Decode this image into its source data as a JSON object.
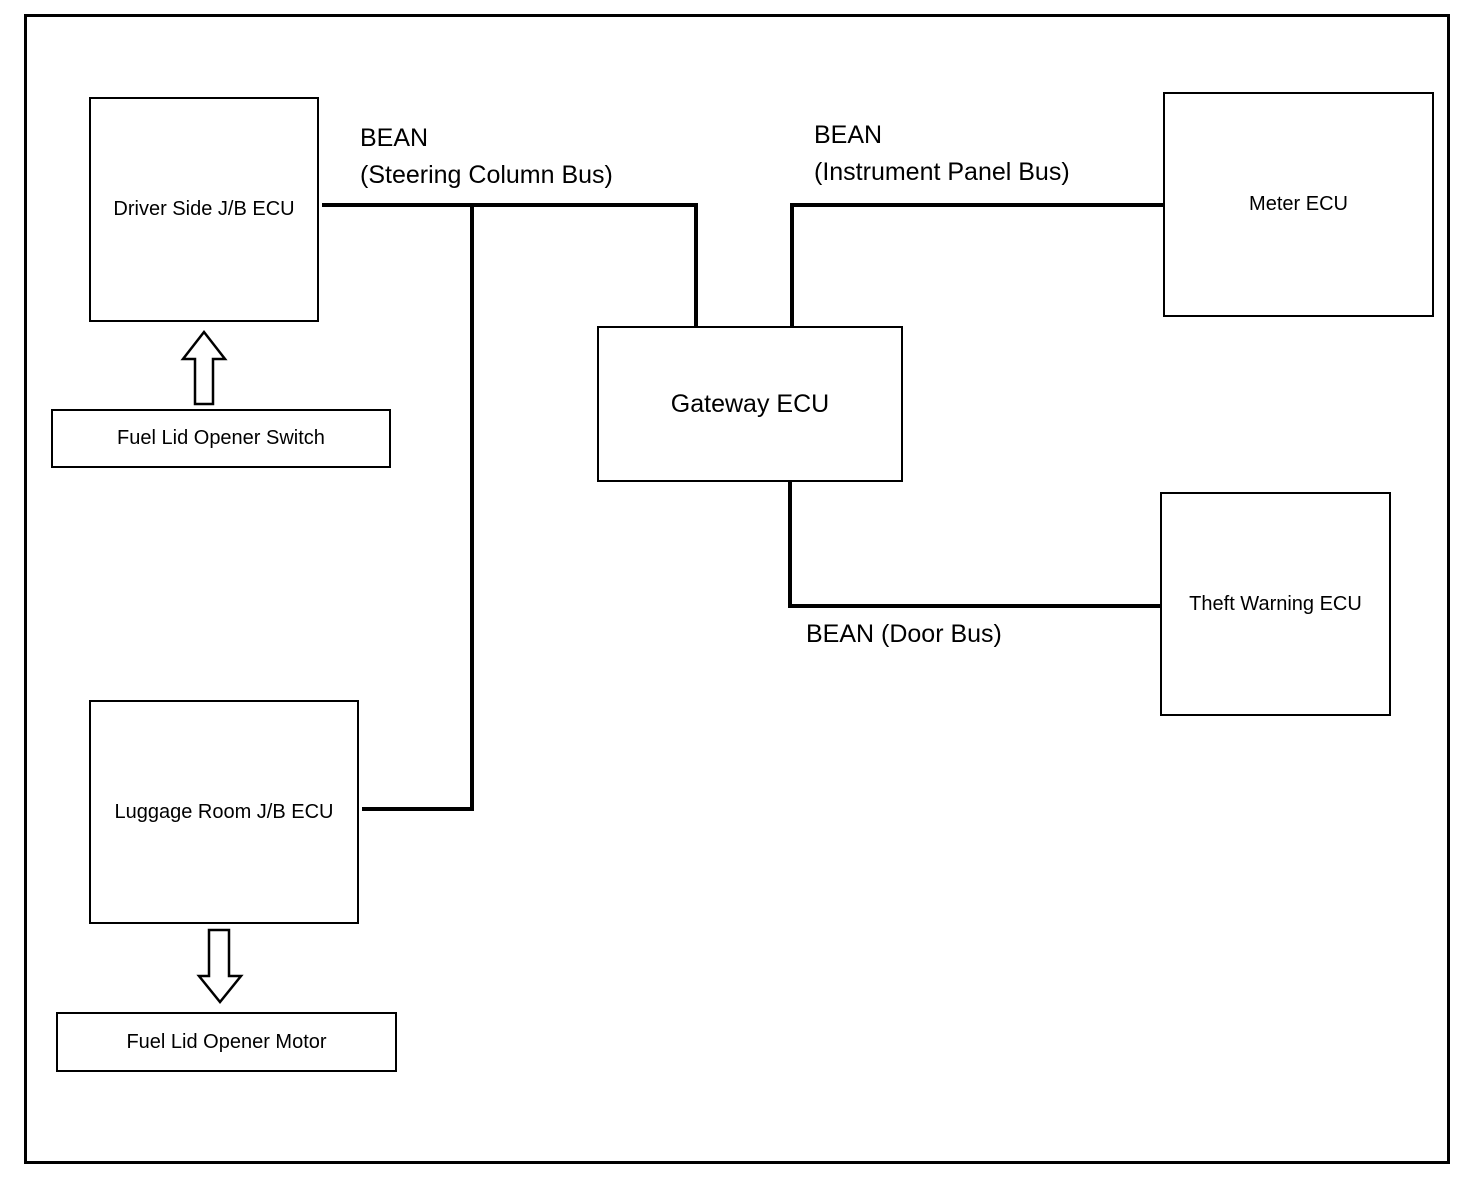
{
  "nodes": {
    "driver_side_jb_ecu": "Driver Side J/B ECU",
    "fuel_lid_opener_switch": "Fuel Lid Opener Switch",
    "luggage_room_jb_ecu": "Luggage Room J/B ECU",
    "fuel_lid_opener_motor": "Fuel Lid Opener Motor",
    "gateway_ecu": "Gateway ECU",
    "meter_ecu": "Meter ECU",
    "theft_warning_ecu": "Theft Warning ECU"
  },
  "buses": {
    "steering_column": {
      "line1": "BEAN",
      "line2": "(Steering Column Bus)"
    },
    "instrument_panel": {
      "line1": "BEAN",
      "line2": "(Instrument Panel Bus)"
    },
    "door": {
      "line1": "BEAN (Door Bus)"
    }
  },
  "edges": [
    {
      "from": "driver_side_jb_ecu",
      "to": "gateway_ecu",
      "bus": "steering_column"
    },
    {
      "from": "luggage_room_jb_ecu",
      "to": "gateway_ecu",
      "bus": "steering_column"
    },
    {
      "from": "gateway_ecu",
      "to": "meter_ecu",
      "bus": "instrument_panel"
    },
    {
      "from": "gateway_ecu",
      "to": "theft_warning_ecu",
      "bus": "door"
    },
    {
      "from": "fuel_lid_opener_switch",
      "to": "driver_side_jb_ecu",
      "type": "arrow"
    },
    {
      "from": "luggage_room_jb_ecu",
      "to": "fuel_lid_opener_motor",
      "type": "arrow"
    }
  ]
}
